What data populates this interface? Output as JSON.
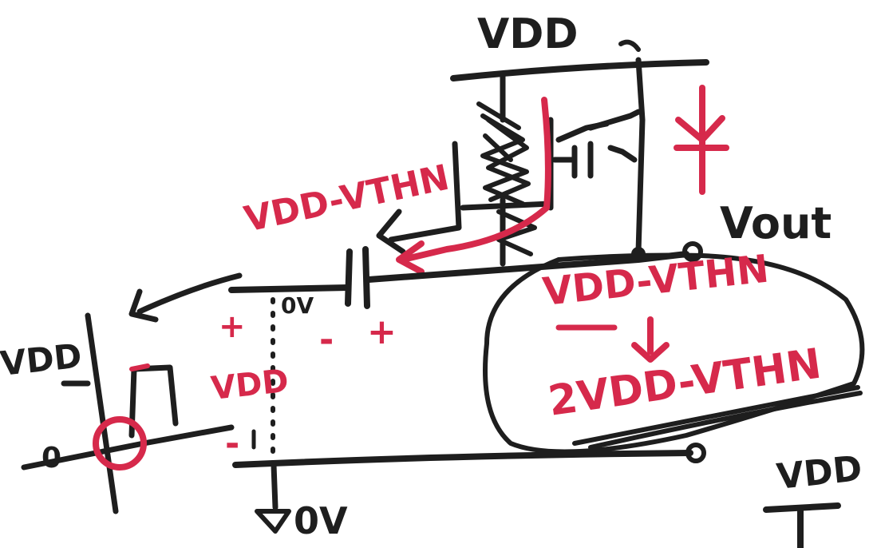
{
  "labels": {
    "vdd_top": "VDD",
    "vout": "Vout",
    "vdd_minus_vthn_left": "VDD-VTHN",
    "vdd_minus_vthn_right": "VDD-VTHN",
    "two_vdd_minus_vthn": "2VDD-VTHN",
    "cap_zero_v": "0V",
    "vdd_left_axis": "VDD",
    "vdd_red_mid": "VDD",
    "zero_axis": "0",
    "ground_zero_v": "0V",
    "vdd_bottom_right": "VDD",
    "plus_left": "+",
    "minus_cap": "-",
    "plus_cap": "+",
    "minus_bottom": "-",
    "diode_symbol": "¥"
  },
  "colors": {
    "ink_black": "#1e1e1e",
    "ink_red": "#d6294b",
    "paper": "#ffffff"
  }
}
